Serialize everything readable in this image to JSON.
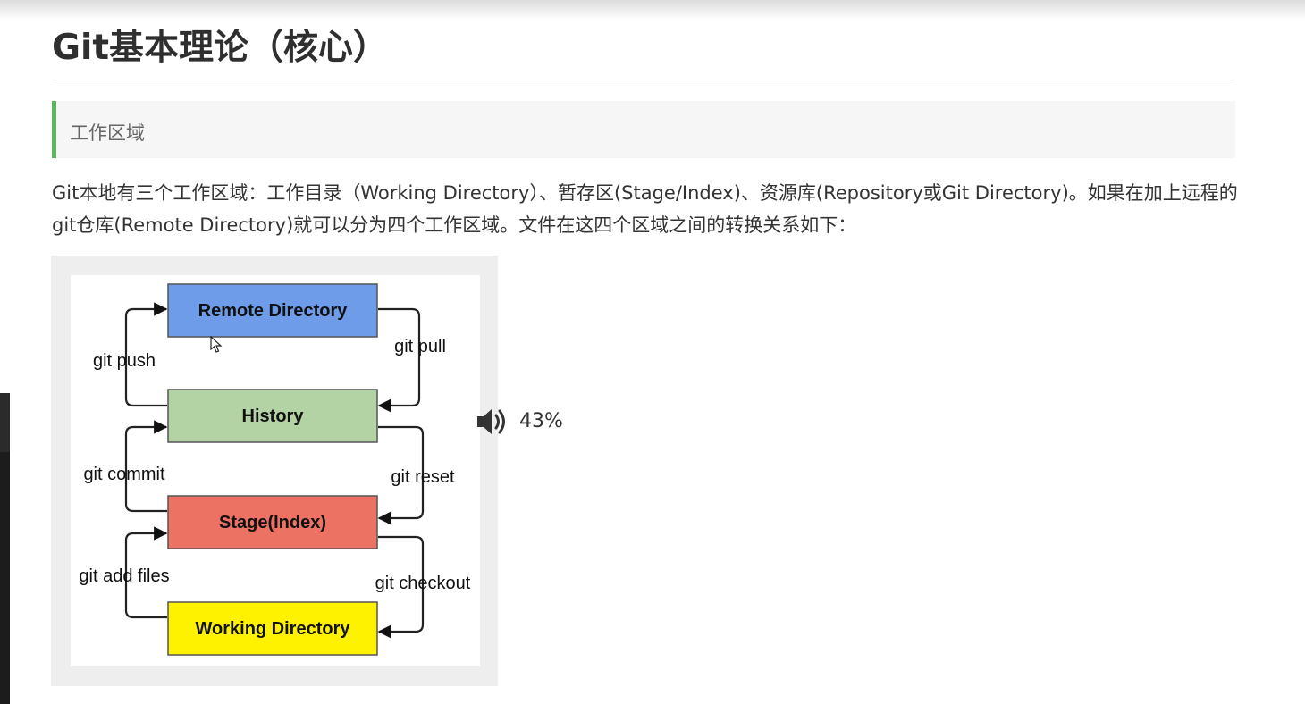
{
  "page": {
    "title": "Git基本理论（核心）",
    "section_heading": "工作区域",
    "paragraph": "Git本地有三个工作区域：工作目录（Working Directory）、暂存区(Stage/Index)、资源库(Repository或Git Directory)。如果在加上远程的git仓库(Remote Directory)就可以分为四个工作区域。文件在这四个区域之间的转换关系如下："
  },
  "diagram": {
    "boxes": [
      {
        "label": "Remote Directory",
        "color": "#6f9ce8"
      },
      {
        "label": "History",
        "color": "#b4d3a5"
      },
      {
        "label": "Stage(Index)",
        "color": "#ec7263"
      },
      {
        "label": "Working Directory",
        "color": "#fff200"
      }
    ],
    "left_edges": [
      "git push",
      "git commit",
      "git add files"
    ],
    "right_edges": [
      "git pull",
      "git reset",
      "git checkout"
    ]
  },
  "overlay": {
    "volume_level": "43%",
    "volume_icon": "speaker-icon"
  },
  "colors": {
    "accent_green": "#5cb85c",
    "section_bg": "#f6f6f6"
  }
}
